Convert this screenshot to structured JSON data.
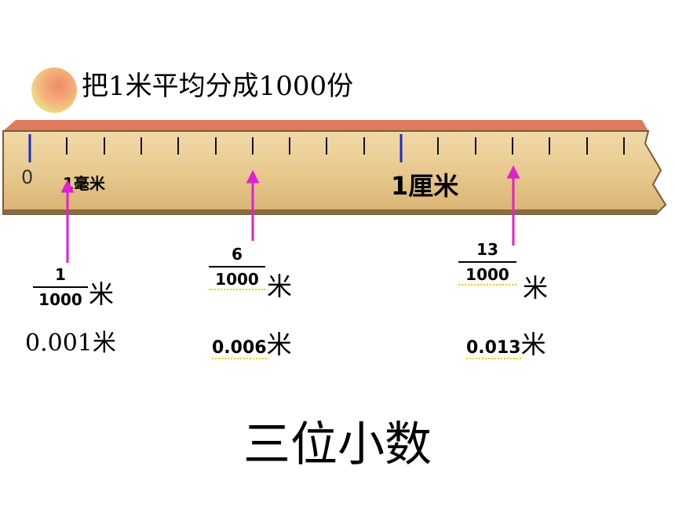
{
  "heading": "把1米平均分成1000份",
  "ruler": {
    "start_label": "0",
    "mm_label": "1毫米",
    "cm_label": "1厘米"
  },
  "examples": [
    {
      "numerator": "1",
      "denominator": "1000",
      "unit": "米",
      "decimal": "0.001米"
    },
    {
      "numerator": "6",
      "denominator": "1000",
      "unit": "米",
      "decimal_number": "0.006",
      "decimal_unit": "米"
    },
    {
      "numerator": "13",
      "denominator": "1000",
      "unit": "米",
      "decimal_number": "0.013",
      "decimal_unit": "米"
    }
  ],
  "conclusion": "三位小数",
  "colors": {
    "ruler_wood": "#e8c98e",
    "ruler_edge": "#d9745a",
    "arrow": "#e020d0",
    "cm_tick": "#1a2cc8",
    "dotted_underline": "#e6d200"
  }
}
